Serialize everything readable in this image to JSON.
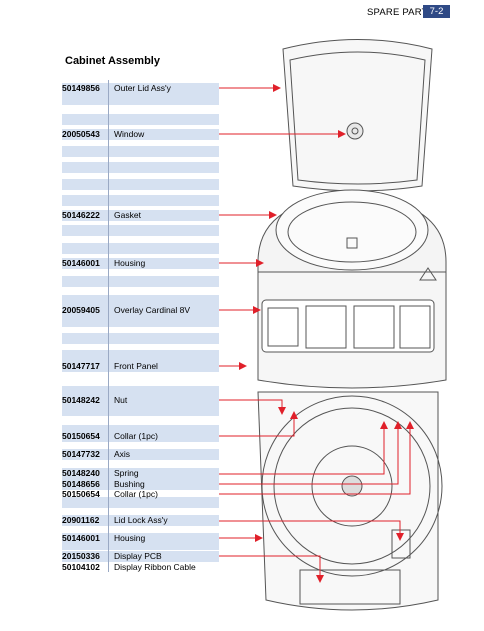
{
  "header": {
    "section": "SPARE PARTS",
    "page": "7-2"
  },
  "title": "Cabinet Assembly",
  "parts": [
    {
      "number": "50149856",
      "desc": "Outer Lid Ass'y"
    },
    {
      "number": "20050543",
      "desc": "Window"
    },
    {
      "number": "50146222",
      "desc": "Gasket"
    },
    {
      "number": "50146001",
      "desc": "Housing"
    },
    {
      "number": "20059405",
      "desc": "Overlay Cardinal 8V"
    },
    {
      "number": "50147717",
      "desc": "Front Panel"
    },
    {
      "number": "50148242",
      "desc": "Nut"
    },
    {
      "number": "50150654",
      "desc": "Collar (1pc)"
    },
    {
      "number": "50147732",
      "desc": "Axis"
    },
    {
      "number": "50148240",
      "desc": "Spring"
    },
    {
      "number": "50148656",
      "desc": "Bushing"
    },
    {
      "number": "50150654",
      "desc": "Collar (1pc)"
    },
    {
      "number": "20901162",
      "desc": "Lid Lock Ass'y"
    },
    {
      "number": "50146001",
      "desc": "Housing"
    },
    {
      "number": "20150336",
      "desc": "Display PCB"
    },
    {
      "number": "50104102",
      "desc": "Display Ribbon Cable"
    }
  ],
  "colors": {
    "shade": "#d6e1f1",
    "arrow": "#e0202a",
    "page_badge": "#2f4a86"
  }
}
